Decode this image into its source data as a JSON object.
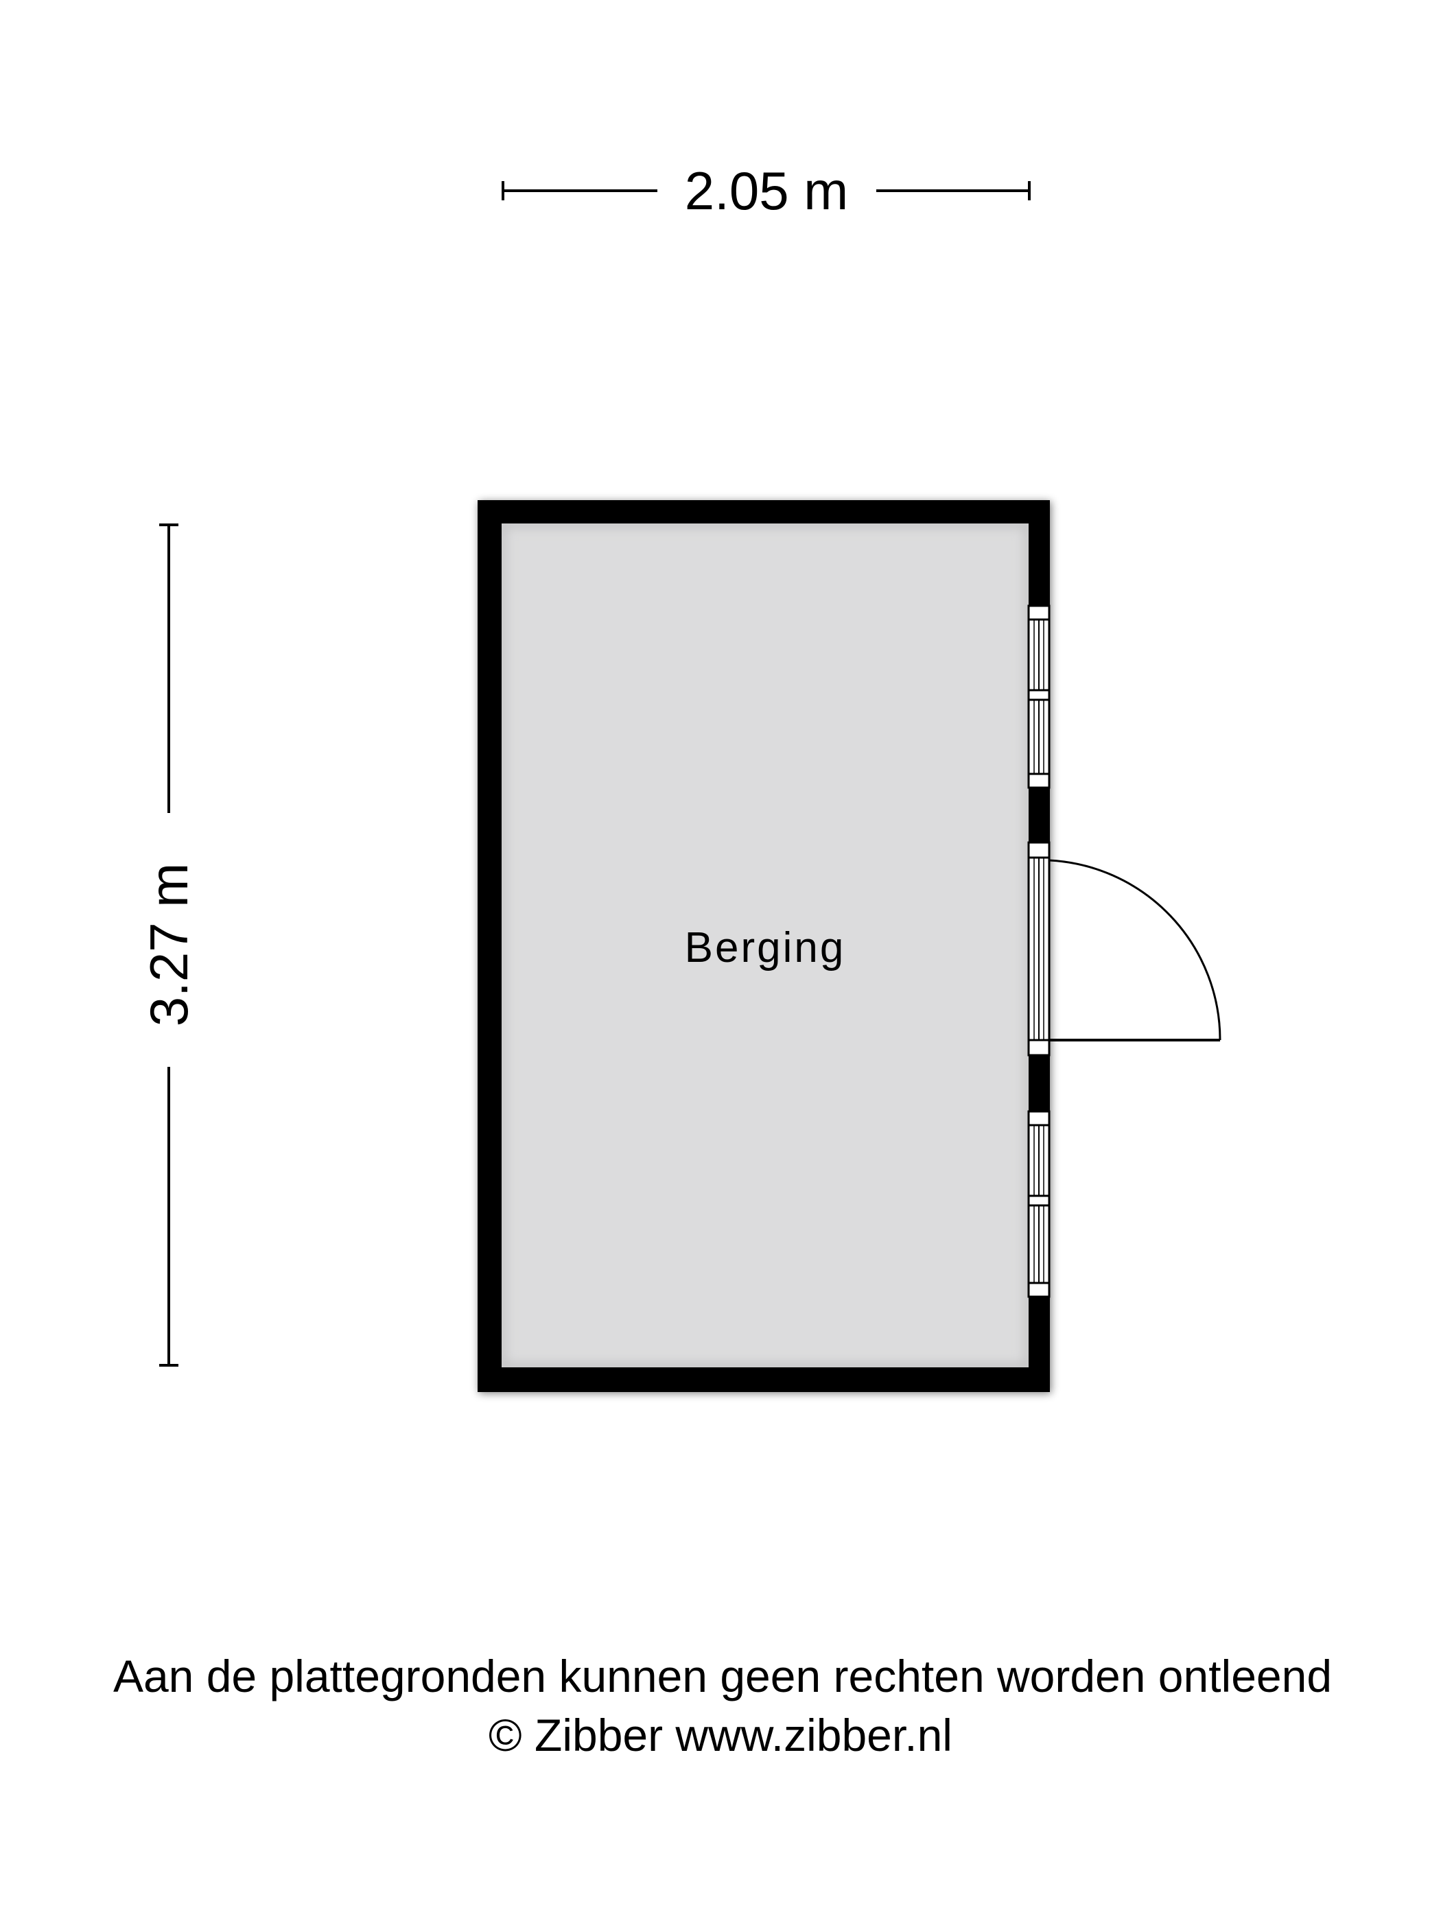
{
  "floorplan": {
    "width_dimension": "2.05 m",
    "height_dimension": "3.27 m",
    "room_name": "Berging"
  },
  "footer": {
    "disclaimer": "Aan de plattegronden kunnen geen rechten worden ontleend",
    "copyright": "© Zibber www.zibber.nl"
  },
  "colors": {
    "wall": "#000000",
    "floor": "#dcdcdd",
    "background": "#ffffff"
  }
}
